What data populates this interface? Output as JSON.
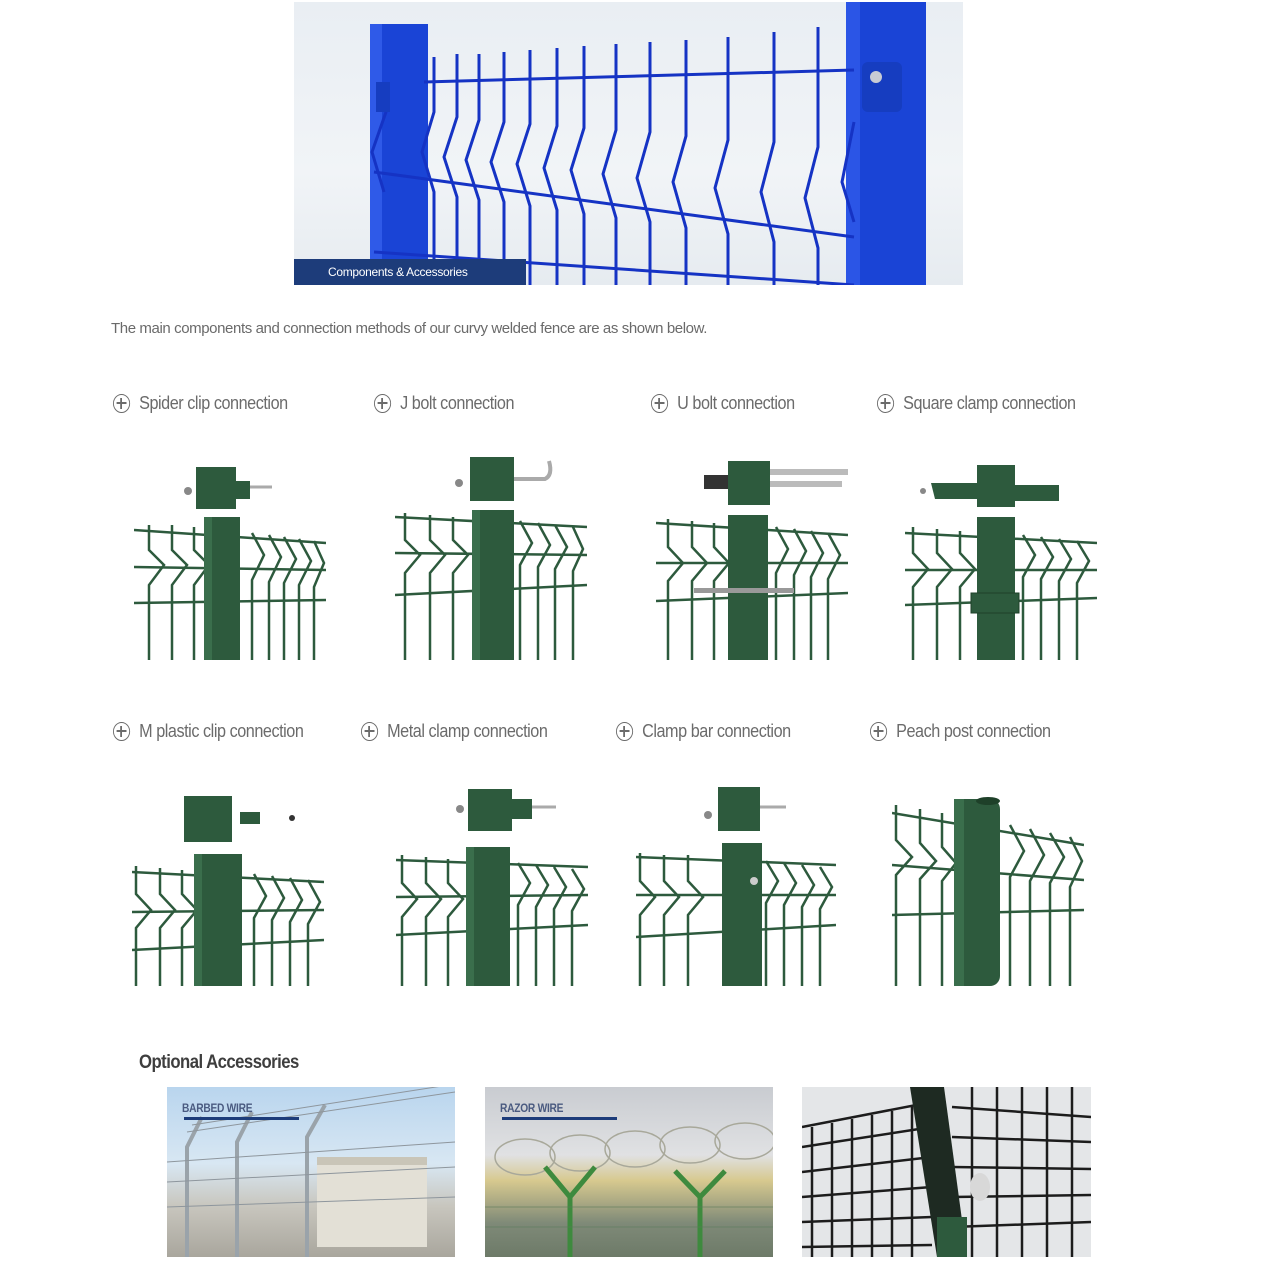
{
  "hero": {
    "caption": "Components & Accessories",
    "fence_color": "#1538c8",
    "caption_bg": "#1d3c7a"
  },
  "intro_text": "The main components and connection methods of our curvy welded fence are as shown below.",
  "connections": [
    {
      "label": "Spider clip connection",
      "icon": "plus-circle-icon"
    },
    {
      "label": "J bolt connection",
      "icon": "plus-circle-icon"
    },
    {
      "label": "U bolt connection",
      "icon": "plus-circle-icon"
    },
    {
      "label": "Square clamp connection",
      "icon": "plus-circle-icon"
    },
    {
      "label": "M plastic clip connection",
      "icon": "plus-circle-icon"
    },
    {
      "label": "Metal clamp connection",
      "icon": "plus-circle-icon"
    },
    {
      "label": "Clamp bar connection",
      "icon": "plus-circle-icon"
    },
    {
      "label": "Peach post connection",
      "icon": "plus-circle-icon"
    }
  ],
  "illustration_color": "#2d5a3d",
  "accessories": {
    "title": "Optional Accessories",
    "items": [
      {
        "tag": "BARBED WIRE"
      },
      {
        "tag": "RAZOR WIRE"
      },
      {
        "tag": ""
      }
    ]
  }
}
